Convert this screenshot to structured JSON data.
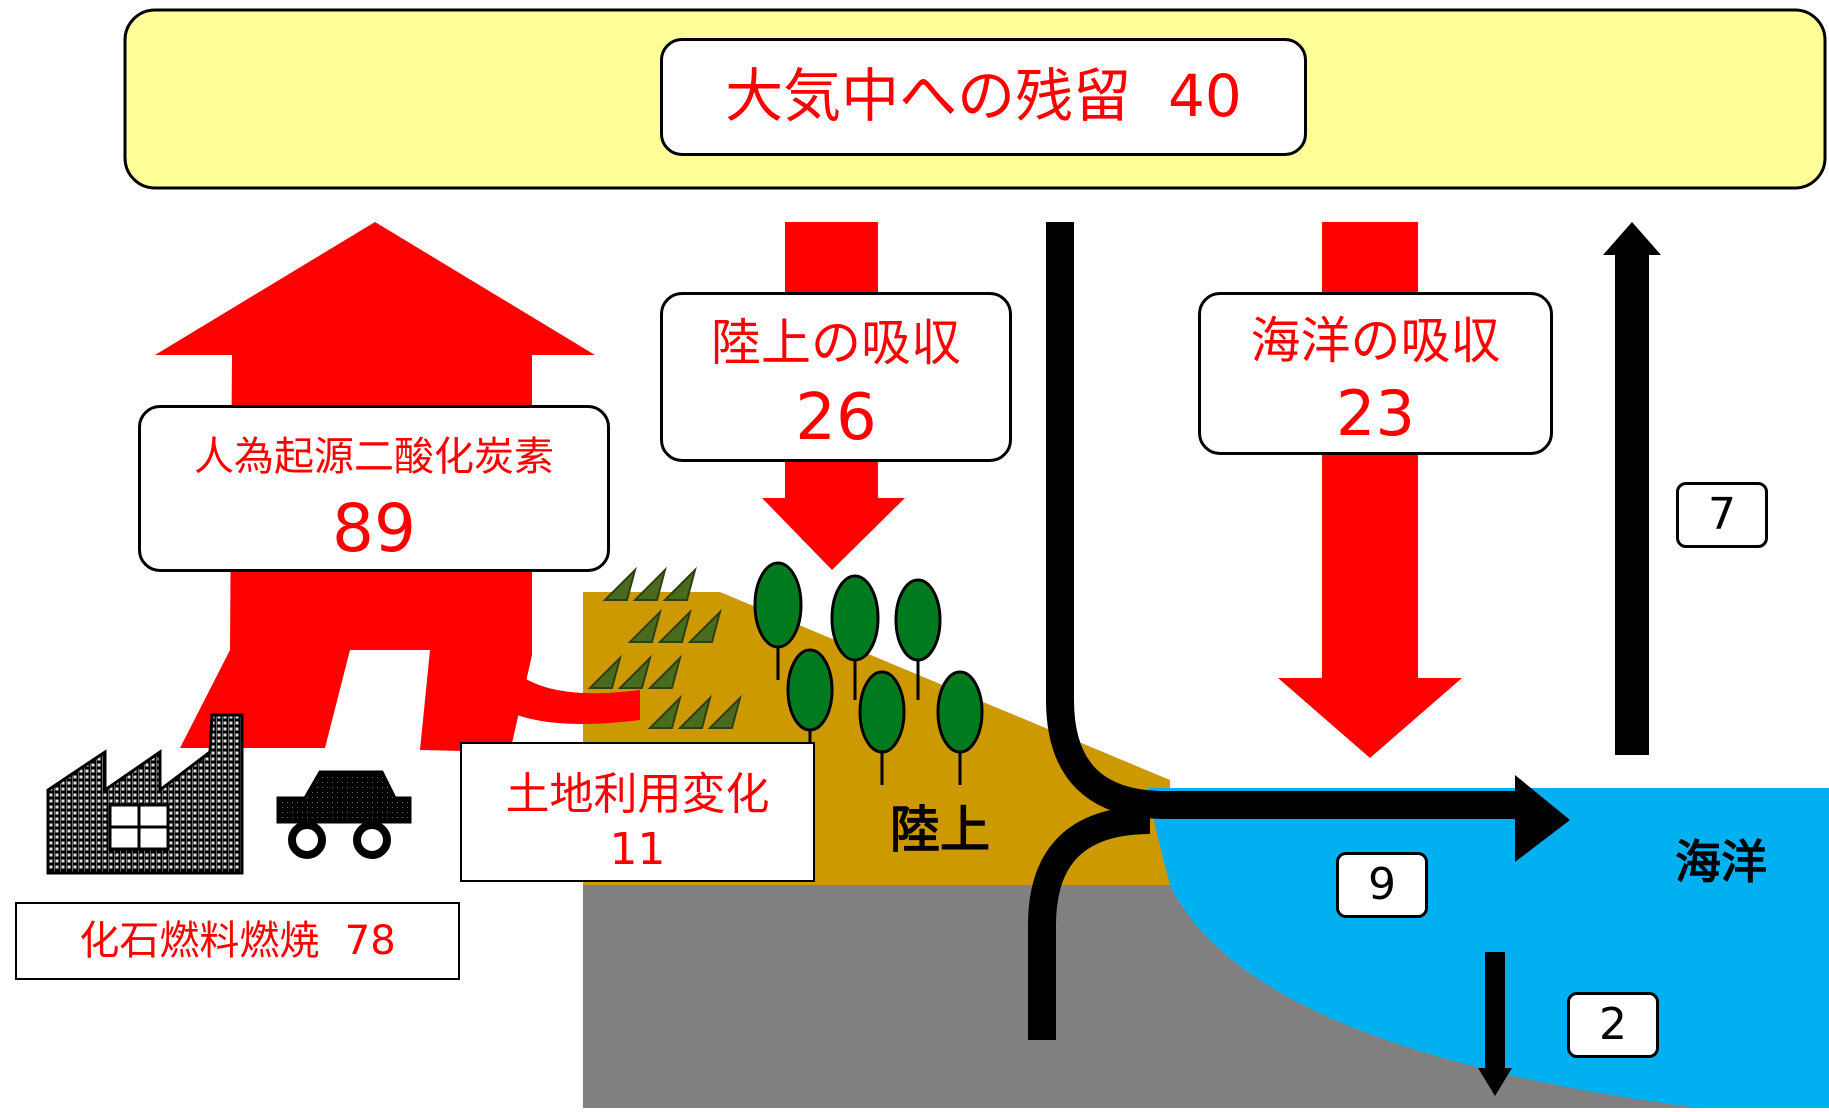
{
  "atmosphere": {
    "title": "大気中への残留",
    "value": "40"
  },
  "anthropogenic": {
    "title": "人為起源二酸化炭素",
    "value": "89"
  },
  "land_uptake": {
    "title": "陸上の吸収",
    "value": "26"
  },
  "ocean_uptake": {
    "title": "海洋の吸収",
    "value": "23"
  },
  "land_use_change": {
    "title": "土地利用変化",
    "value": "11"
  },
  "fossil_fuel": {
    "title": "化石燃料燃焼",
    "value": "78"
  },
  "flows": {
    "ocean_outgassing": "7",
    "river_transport": "9",
    "sediment_burial": "2"
  },
  "regions": {
    "land": "陸上",
    "ocean": "海洋"
  },
  "colors": {
    "arrow_red": "#ff0000",
    "atmosphere_fill": "#ffff99",
    "land_fill": "#cc9900",
    "ocean_fill": "#00b0f0",
    "sediment_fill": "#808080",
    "tree_fill": "#007a1e",
    "grass_fill": "#4a6b1e"
  },
  "icons": [
    "factory-icon",
    "car-icon",
    "tree-icon",
    "grass-icon"
  ]
}
